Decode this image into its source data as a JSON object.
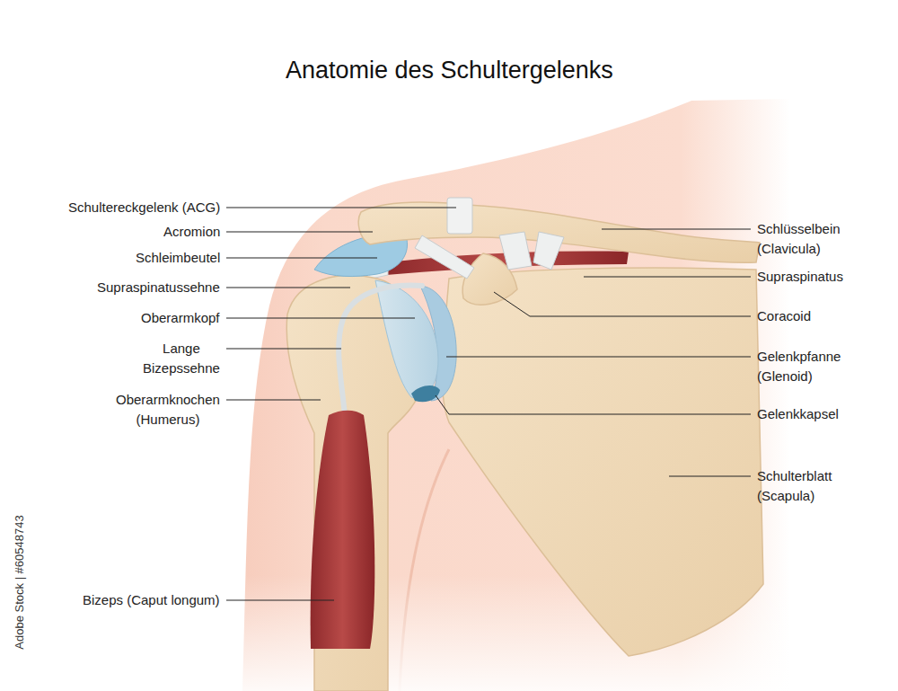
{
  "diagram": {
    "title": "Anatomie des Schultergelenks",
    "labels": [
      "Schultereckgelenk (ACG)",
      "Acromion",
      "Schleimbeutel",
      "Supraspinatussehne",
      "Oberarmkopf",
      "Lange Bizepssehne",
      "Oberarmknochen (Humerus)",
      "Bizeps (Caput longum)",
      "Schlüsselbein (Clavicula)",
      "Supraspinatus",
      "Coracoid",
      "Gelenkpfanne (Glenoid)",
      "Gelenkkapsel",
      "Schulterblatt (Scapula)",
      "Adobe Stock | #60548743"
    ]
  }
}
